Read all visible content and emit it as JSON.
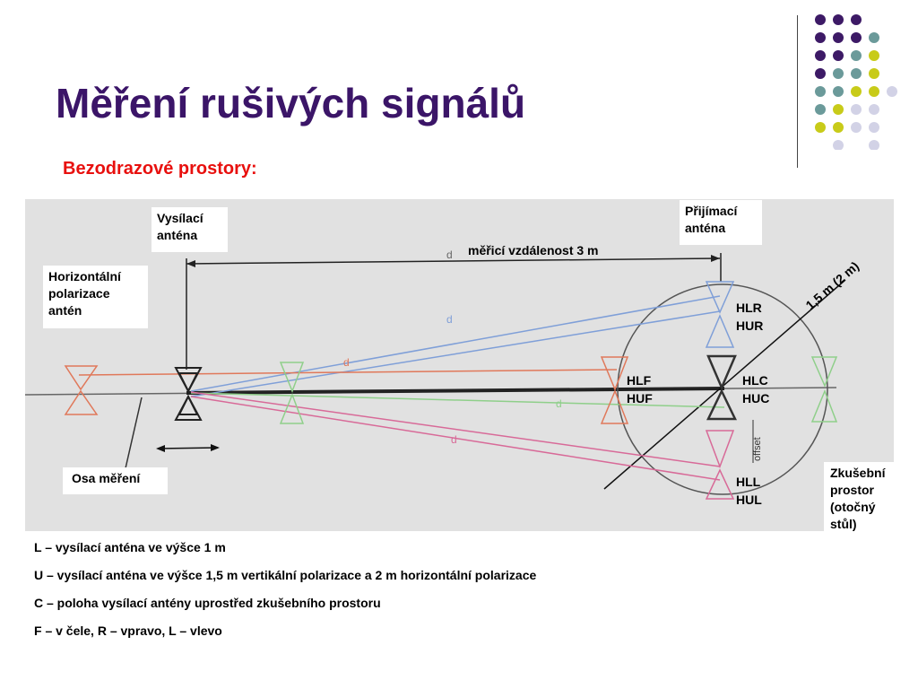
{
  "slide": {
    "title": "Měření rušivých signálů",
    "subtitle": "Bezodrazové prostory:"
  },
  "diagram": {
    "labels": {
      "transmit_antenna": "Vysílací anténa",
      "receive_antenna": "Přijímací anténa",
      "horizontal_polarization": "Horizontální polarizace antén",
      "measurement_axis": "Osa měření",
      "test_space": "Zkušební prostor (otočný stůl)",
      "measuring_distance": "měřicí vzdálenost 3 m",
      "radius": "1,5 m (2 m)",
      "offset": "offset",
      "d": "d"
    },
    "positions": {
      "hlr": "HLR",
      "hur": "HUR",
      "hlf": "HLF",
      "huf": "HUF",
      "hlc": "HLC",
      "huc": "HUC",
      "hll": "HLL",
      "hul": "HUL"
    },
    "colors": {
      "front": "#e0785a",
      "right": "#7f9fd8",
      "center_left_axis": "#333333",
      "green": "#8fcf8a",
      "left": "#d86a98"
    }
  },
  "notes": [
    "L –  vysílací anténa ve výšce 1 m",
    "U –  vysílací anténa ve výšce 1,5 m vertikální polarizace a 2 m horizontální polarizace",
    "C – poloha vysílací antény uprostřed zkušebního prostoru",
    "F – v čele, R – vpravo, L – vlevo"
  ],
  "decoration": {
    "dot_colors": {
      "purple": "#3d1a66",
      "teal": "#6b9a9a",
      "yellow": "#c8cb19",
      "lavender": "#d2d2e6"
    }
  }
}
